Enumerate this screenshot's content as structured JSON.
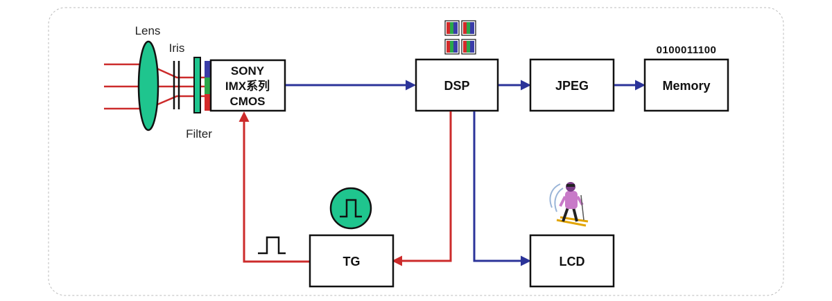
{
  "optics": {
    "lens_label": "Lens",
    "iris_label": "Iris",
    "filter_label": "Filter"
  },
  "sensor": {
    "line1": "SONY",
    "line2": "IMX系列",
    "line3": "CMOS"
  },
  "blocks": {
    "dsp": "DSP",
    "jpeg": "JPEG",
    "memory": "Memory",
    "tg": "TG",
    "lcd": "LCD"
  },
  "memory_bits": "0100011100",
  "colors": {
    "light_ray": "#cc2b2b",
    "data_path": "#2b3399",
    "control_path": "#cc2b2b",
    "lens_fill": "#1fc58e",
    "filter_blue": "#3a3ca8",
    "filter_green": "#2aa84a",
    "filter_red": "#d42a2a",
    "border": "#111111",
    "frame_dash": "#bbbbbb"
  },
  "icons": {
    "clock": "pulse-clock-icon",
    "pulse": "square-pulse-icon",
    "pixels": "rgb-pixel-grid-icon",
    "skier": "skier-icon"
  }
}
